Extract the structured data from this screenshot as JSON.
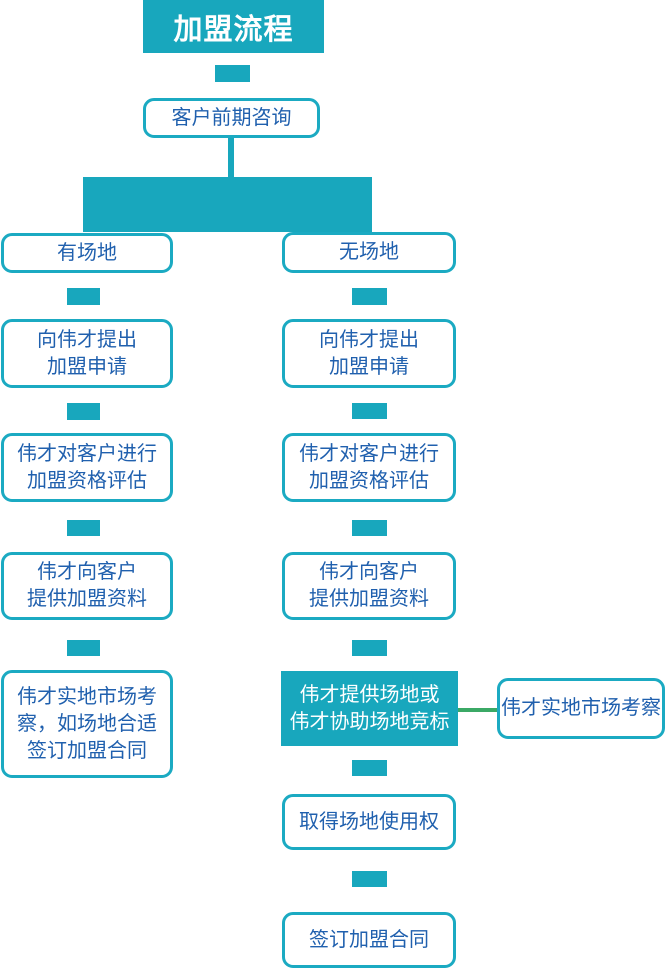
{
  "diagram": {
    "title": "加盟流程",
    "start": "客户前期咨询",
    "branch_left": {
      "label": "有场地",
      "steps": [
        "向伟才提出\n加盟申请",
        "伟才对客户进行\n加盟资格评估",
        "伟才向客户\n提供加盟资料",
        "伟才实地市场考\n察，如场地合适\n签订加盟合同"
      ]
    },
    "branch_right": {
      "label": "无场地",
      "steps": [
        "向伟才提出\n加盟申请",
        "伟才对客户进行\n加盟资格评估",
        "伟才向客户\n提供加盟资料",
        "伟才提供场地或\n伟才协助场地竞标",
        "取得场地使用权",
        "签订加盟合同"
      ]
    },
    "side_note": "伟才实地市场考察",
    "colors": {
      "teal": "#18a7bd",
      "box_border": "#1baac2",
      "text_blue": "#2060ae",
      "green": "#3ba966"
    }
  }
}
